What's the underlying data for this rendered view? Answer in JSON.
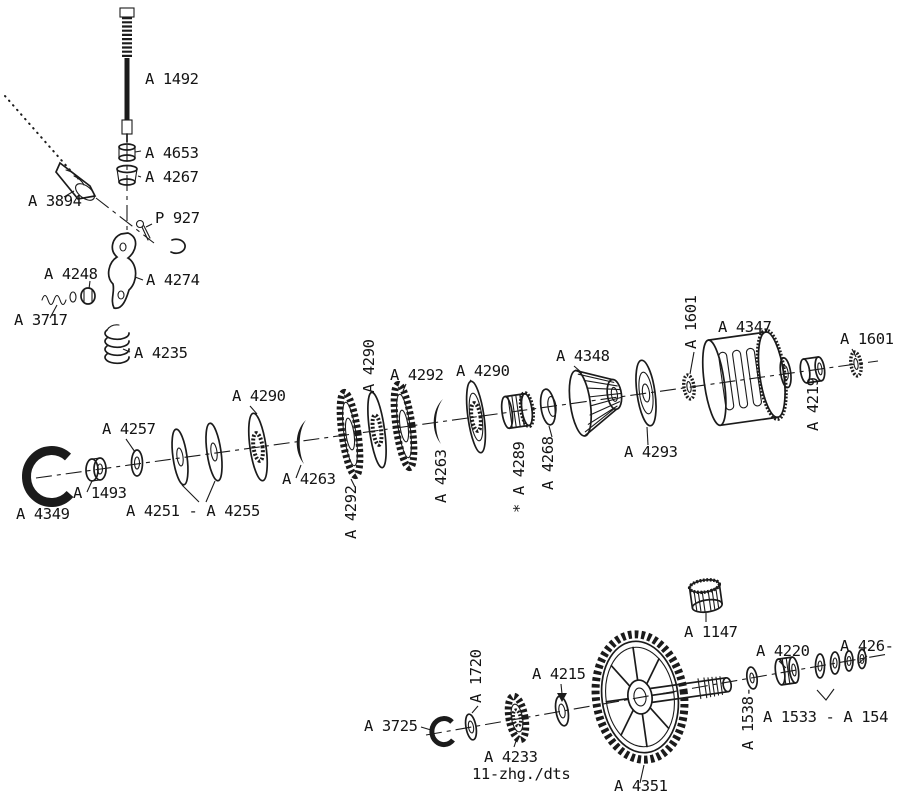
{
  "diagram": {
    "name": "clutch-and-gear-exploded-parts-diagram",
    "background": "#ffffff",
    "ink": "#1b1b1b",
    "labels": {
      "a1492": "A 1492",
      "a4653": "A 4653",
      "a4267": "A 4267",
      "a3894": "A 3894",
      "p927": "P 927",
      "a4248": "A 4248",
      "a4274": "A 4274",
      "a3717": "A 3717",
      "a4235": "A 4235",
      "a4290_stack_top": "A 4290",
      "a4292_top": "A 4292",
      "a4290_right": "A 4290",
      "a4348": "A 4348",
      "a1601_left": "A 1601",
      "a4347": "A 4347",
      "a1601_right": "A 1601",
      "a4219": "A 4219",
      "a4290_left": "A 4290",
      "a4257": "A 4257",
      "a4263_left": "A 4263",
      "a4263_right": "A 4263",
      "a4289": "* A 4289",
      "a4268": "A 4268",
      "a4293": "A 4293",
      "a1493": "A 1493",
      "a4349": "A 4349",
      "a4251_a4255": "A 4251 - A 4255",
      "a4292_bottom": "A 4292",
      "a1147": "A 1147",
      "a1720": "A 1720",
      "a4215": "A 4215",
      "a4220": "A 4220",
      "a426x": "A 426-",
      "a3725": "A 3725",
      "a1538": "A 1538-",
      "a1533_range": "A 1533 - A 154",
      "a4233": "A 4233",
      "a4233_note": "11-zhg./dts",
      "a4351": "A 4351"
    }
  }
}
